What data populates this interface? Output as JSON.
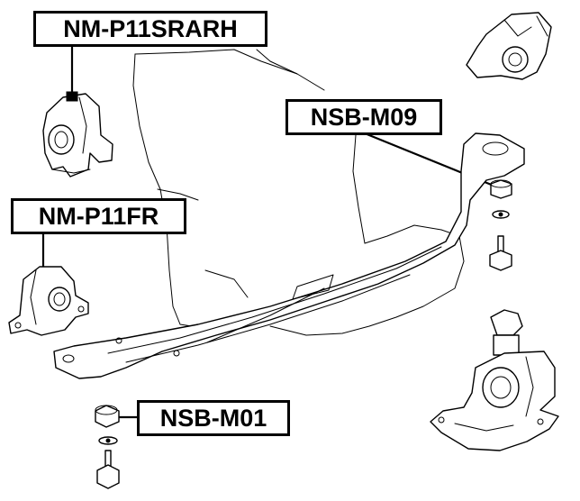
{
  "labels": {
    "rear_rh_mount": "NM-P11SRARH",
    "member_bolt_rear": "NSB-M09",
    "front_mount": "NM-P11FR",
    "member_bolt_front": "NSB-M01"
  },
  "colors": {
    "line": "#000000",
    "background": "#ffffff"
  }
}
